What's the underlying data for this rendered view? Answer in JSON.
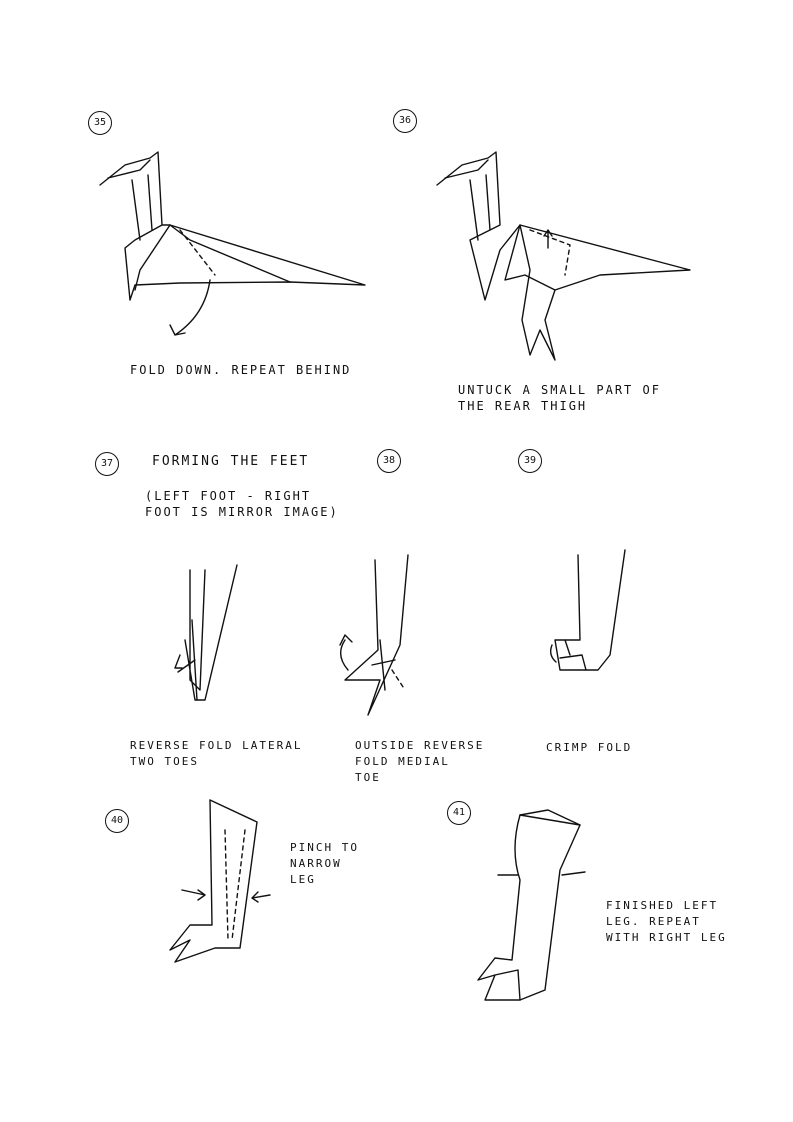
{
  "steps": [
    {
      "number": "35",
      "caption": "Fold down. Repeat behind"
    },
    {
      "number": "36",
      "caption": "Untuck a small part of\nthe rear thigh"
    },
    {
      "number": "37",
      "title": "Forming the feet",
      "note": "(Left foot - right\nfoot is mirror image)",
      "caption": "Reverse fold lateral\ntwo toes"
    },
    {
      "number": "38",
      "caption": "Outside reverse\nfold medial\ntoe"
    },
    {
      "number": "39",
      "caption": "Crimp fold"
    },
    {
      "number": "40",
      "caption": "Pinch to\nnarrow\nleg"
    },
    {
      "number": "41",
      "caption": "Finished left\nleg. Repeat\nwith right leg"
    }
  ]
}
